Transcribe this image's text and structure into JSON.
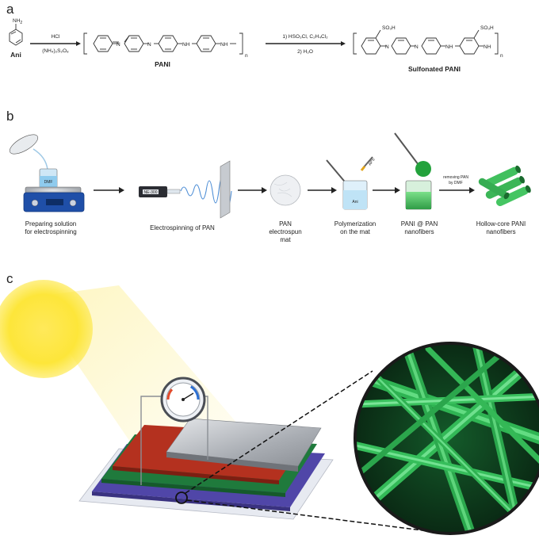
{
  "panels": {
    "a": "a",
    "b": "b",
    "c": "c"
  },
  "scheme_a": {
    "ani_sub": "NH",
    "ani_sub2": "2",
    "ani_label": "Ani",
    "step1_top": "HCl",
    "step1_bottom": "(NH₄)₂S₂O₈",
    "pani_label": "PANI",
    "n_label": "n",
    "N1": "N",
    "N2": "N",
    "NH1": "NH",
    "NH2": "NH",
    "step2_top": "1) HSO₃Cl, C₂H₄Cl₂",
    "step2_bottom": "2) H₂O",
    "so3h_1": "SO₃H",
    "so3h_2": "SO₃H",
    "spani_label": "Sulfonated PANI"
  },
  "scheme_b": {
    "dmf": "DMF",
    "ani": "Ani",
    "aps": "APS",
    "syringe_text": "NE-300",
    "removing_line1": "removing PAN",
    "removing_line2": "by DMF",
    "steps": [
      {
        "line1": "Preparing solution",
        "line2": "for electrospinning",
        "line3": ""
      },
      {
        "line1": "Electrospinning of PAN",
        "line2": "",
        "line3": ""
      },
      {
        "line1": "PAN",
        "line2": "electrospun",
        "line3": "mat"
      },
      {
        "line1": "Polymerization",
        "line2": "on the mat",
        "line3": ""
      },
      {
        "line1": "PANI @ PAN",
        "line2": "nanofibers",
        "line3": ""
      },
      {
        "line1": "Hollow-core PANI",
        "line2": "nanofibers",
        "line3": ""
      }
    ]
  },
  "colors": {
    "sun": "#fde63a",
    "fiber_green": "#3fcf68",
    "fiber_bg": "#0d3c1c",
    "hotplate_blue": "#1f4fa8",
    "red_layer": "#b4311f",
    "green_layer": "#1f7a3c",
    "purple_layer": "#5046a8",
    "plate_silver": "#b8bcc2",
    "beaker_liquid": "#5fcf70"
  }
}
